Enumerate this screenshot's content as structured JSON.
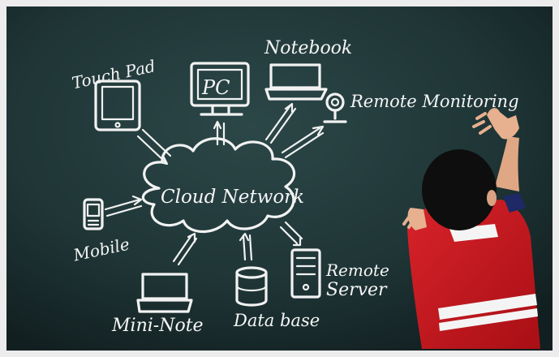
{
  "scene": {
    "labels": {
      "touch_pad": "Touch Pad",
      "pc": "PC",
      "notebook": "Notebook",
      "remote_monitoring": "Remote Monitoring",
      "cloud": "Cloud Network",
      "mobile": "Mobile",
      "mini_note": "Mini-Note",
      "database": "Data base",
      "remote": "Remote",
      "server": "Server"
    },
    "colors": {
      "chalkboard": "#1f3536",
      "chalk": "#f2f2f2",
      "shirt_red": "#c8141b",
      "hair": "#101010",
      "skin": "#e7b08f"
    }
  }
}
